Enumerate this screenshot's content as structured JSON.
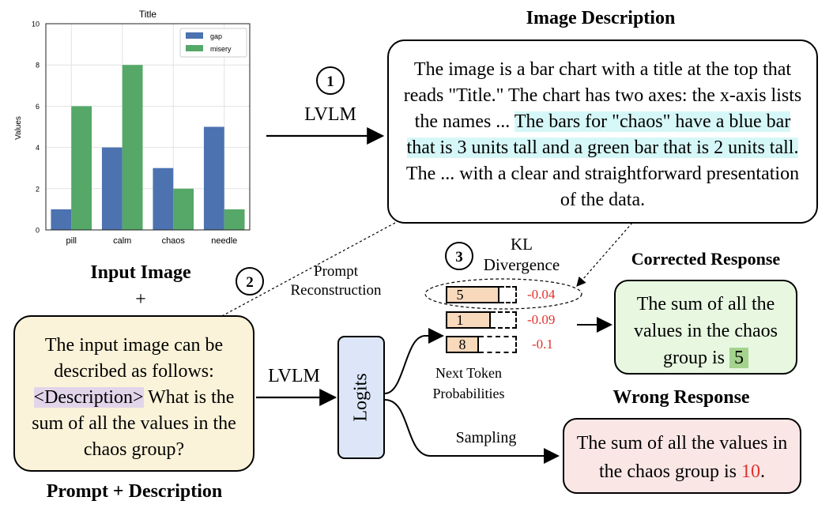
{
  "chart_data": {
    "type": "bar",
    "title": "Title",
    "ylabel": "Values",
    "xlabel": "",
    "categories": [
      "pill",
      "calm",
      "chaos",
      "needle"
    ],
    "series": [
      {
        "name": "gap",
        "color": "#4c72b0",
        "values": [
          1,
          4,
          3,
          5
        ]
      },
      {
        "name": "misery",
        "color": "#55a868",
        "values": [
          6,
          8,
          2,
          1
        ]
      }
    ],
    "ylim": [
      0,
      10
    ],
    "yticks": [
      0,
      2,
      4,
      6,
      8,
      10
    ],
    "grid": true,
    "legend": "top-right"
  },
  "labels": {
    "input_image": "Input Image",
    "plus": "+",
    "prompt_description": "Prompt + Description",
    "image_description": "Image Description",
    "lvlm_top": "LVLM",
    "lvlm_mid": "LVLM",
    "step1": "1",
    "step2": "2",
    "step3": "3",
    "prompt_reconstruction_1": "Prompt",
    "prompt_reconstruction_2": "Reconstruction",
    "kl_1": "KL",
    "kl_2": "Divergence",
    "logits": "Logits",
    "next_token_1": "Next Token",
    "next_token_2": "Probabilities",
    "sampling": "Sampling",
    "corrected_title": "Corrected Response",
    "wrong_title": "Wrong Response"
  },
  "description": {
    "pre": "The image is a bar chart with a title at the top that reads \"Title.\" The chart has two axes: the x-axis lists the names ... ",
    "highlight": "The bars for \"chaos\" have a blue bar that is 3 units tall and a green bar that is 2 units tall.",
    "post": " The ... with a clear and straightforward presentation of the data."
  },
  "prompt": {
    "pre": "The input image can be described as follows: ",
    "placeholder": "<Description>",
    "post": " What is the sum of all the values in the chaos group?"
  },
  "tokens": [
    {
      "token": "5",
      "kl": "-0.04"
    },
    {
      "token": "1",
      "kl": "-0.09"
    },
    {
      "token": "8",
      "kl": "-0.1"
    }
  ],
  "corrected": {
    "text": "The sum of all the values in the chaos group is ",
    "answer": "5"
  },
  "wrong": {
    "text": "The sum of all the values in the chaos group is ",
    "answer": "10",
    "end": "."
  },
  "colors": {
    "desc_highlight": "#d6f7f7",
    "prompt_bg": "#fbf3d9",
    "placeholder_bg": "#e2d5ea",
    "logits_bg": "#dce6f8",
    "token_bg": "#f8d9bc",
    "corrected_bg": "#e7f7e0",
    "answer_bg": "#a3d38d",
    "wrong_bg": "#fbe6e6",
    "red": "#e0322d"
  }
}
